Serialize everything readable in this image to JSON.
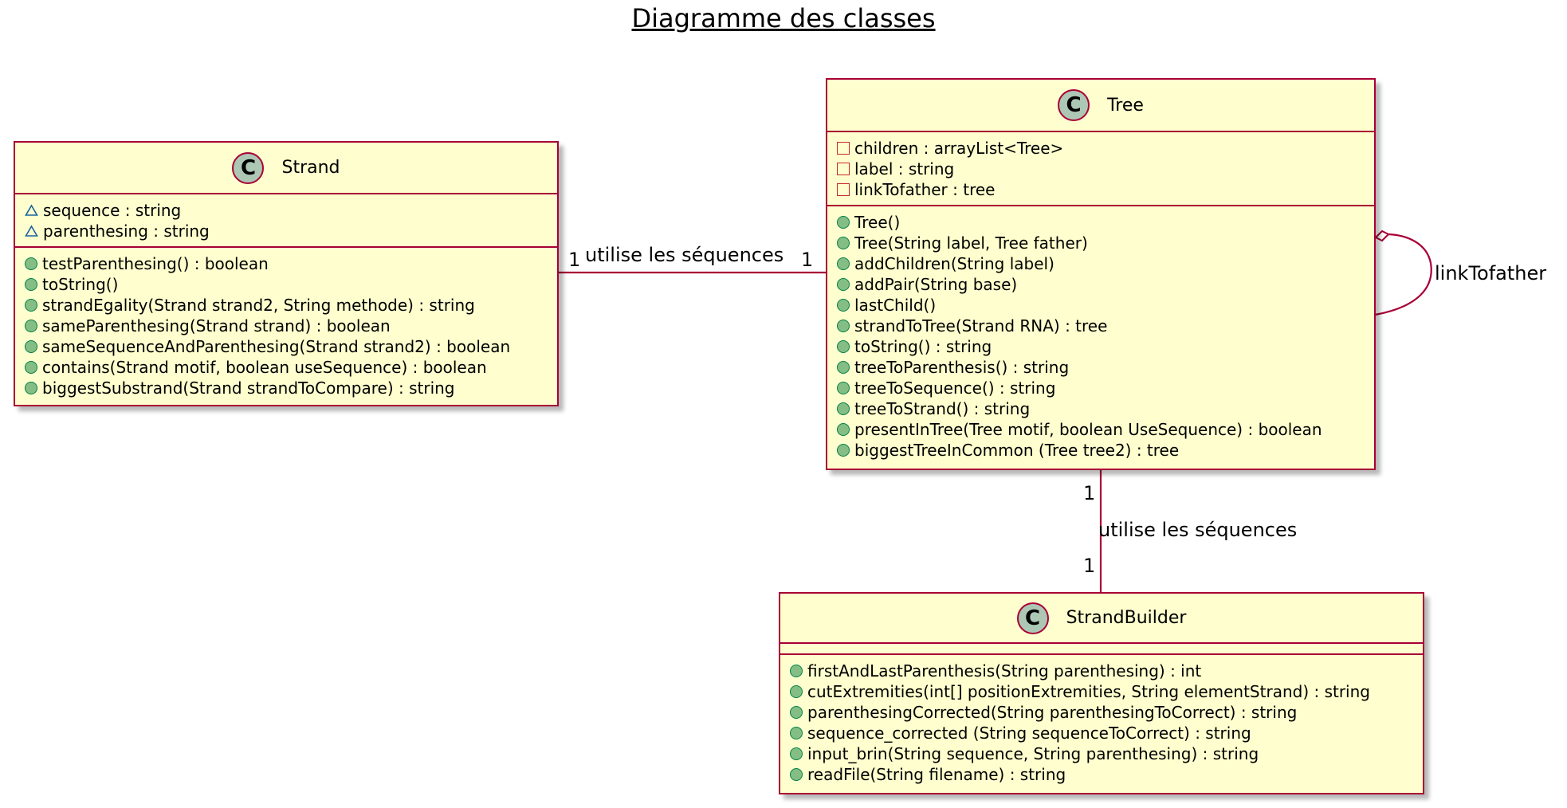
{
  "title": "Diagramme des classes",
  "colors": {
    "class_fill": "#fefece",
    "class_border": "#a80036",
    "icon_fill": "#adc7b5",
    "public_fill": "#84be84",
    "private_border": "#c82930",
    "package_border": "#1963a0"
  },
  "classes": {
    "strand": {
      "icon": "C",
      "name": "Strand",
      "attributes": [
        {
          "vis": "package",
          "text": "sequence : string"
        },
        {
          "vis": "package",
          "text": "parenthesing : string"
        }
      ],
      "methods": [
        {
          "vis": "public",
          "text": "testParenthesing() : boolean"
        },
        {
          "vis": "public",
          "text": "toString()"
        },
        {
          "vis": "public",
          "text": "strandEgality(Strand strand2, String methode) : string"
        },
        {
          "vis": "public",
          "text": "sameParenthesing(Strand strand) : boolean"
        },
        {
          "vis": "public",
          "text": "sameSequenceAndParenthesing(Strand strand2) : boolean"
        },
        {
          "vis": "public",
          "text": "contains(Strand motif, boolean useSequence) : boolean"
        },
        {
          "vis": "public",
          "text": "biggestSubstrand(Strand strandToCompare) : string"
        }
      ]
    },
    "tree": {
      "icon": "C",
      "name": "Tree",
      "attributes": [
        {
          "vis": "private",
          "text": "children : arrayList<Tree>"
        },
        {
          "vis": "private",
          "text": "label : string"
        },
        {
          "vis": "private",
          "text": "linkTofather : tree"
        }
      ],
      "methods": [
        {
          "vis": "public",
          "text": "Tree()"
        },
        {
          "vis": "public",
          "text": "Tree(String label, Tree father)"
        },
        {
          "vis": "public",
          "text": "addChildren(String label)"
        },
        {
          "vis": "public",
          "text": "addPair(String base)"
        },
        {
          "vis": "public",
          "text": "lastChild()"
        },
        {
          "vis": "public",
          "text": "strandToTree(Strand RNA) : tree"
        },
        {
          "vis": "public",
          "text": "toString() : string"
        },
        {
          "vis": "public",
          "text": "treeToParenthesis() : string"
        },
        {
          "vis": "public",
          "text": "treeToSequence() : string"
        },
        {
          "vis": "public",
          "text": "treeToStrand() : string"
        },
        {
          "vis": "public",
          "text": "presentInTree(Tree motif, boolean UseSequence) : boolean"
        },
        {
          "vis": "public",
          "text": "biggestTreeInCommon (Tree tree2) : tree"
        }
      ]
    },
    "strandbuilder": {
      "icon": "C",
      "name": "StrandBuilder",
      "attributes": [],
      "methods": [
        {
          "vis": "public",
          "text": "firstAndLastParenthesis(String parenthesing) : int"
        },
        {
          "vis": "public",
          "text": "cutExtremities(int[] positionExtremities, String elementStrand) : string"
        },
        {
          "vis": "public",
          "text": "parenthesingCorrected(String parenthesingToCorrect) : string"
        },
        {
          "vis": "public",
          "text": "sequence_corrected (String sequenceToCorrect) : string"
        },
        {
          "vis": "public",
          "text": "input_brin(String sequence, String parenthesing) : string"
        },
        {
          "vis": "public",
          "text": "readFile(String filename) : string"
        }
      ]
    }
  },
  "relations": {
    "strand_tree": {
      "label": "utilise les séquences",
      "mult_left": "1",
      "mult_right": "1"
    },
    "tree_self": {
      "label": "linkTofather"
    },
    "tree_builder": {
      "label": "utilise les séquences",
      "mult_top": "1",
      "mult_bottom": "1"
    }
  }
}
